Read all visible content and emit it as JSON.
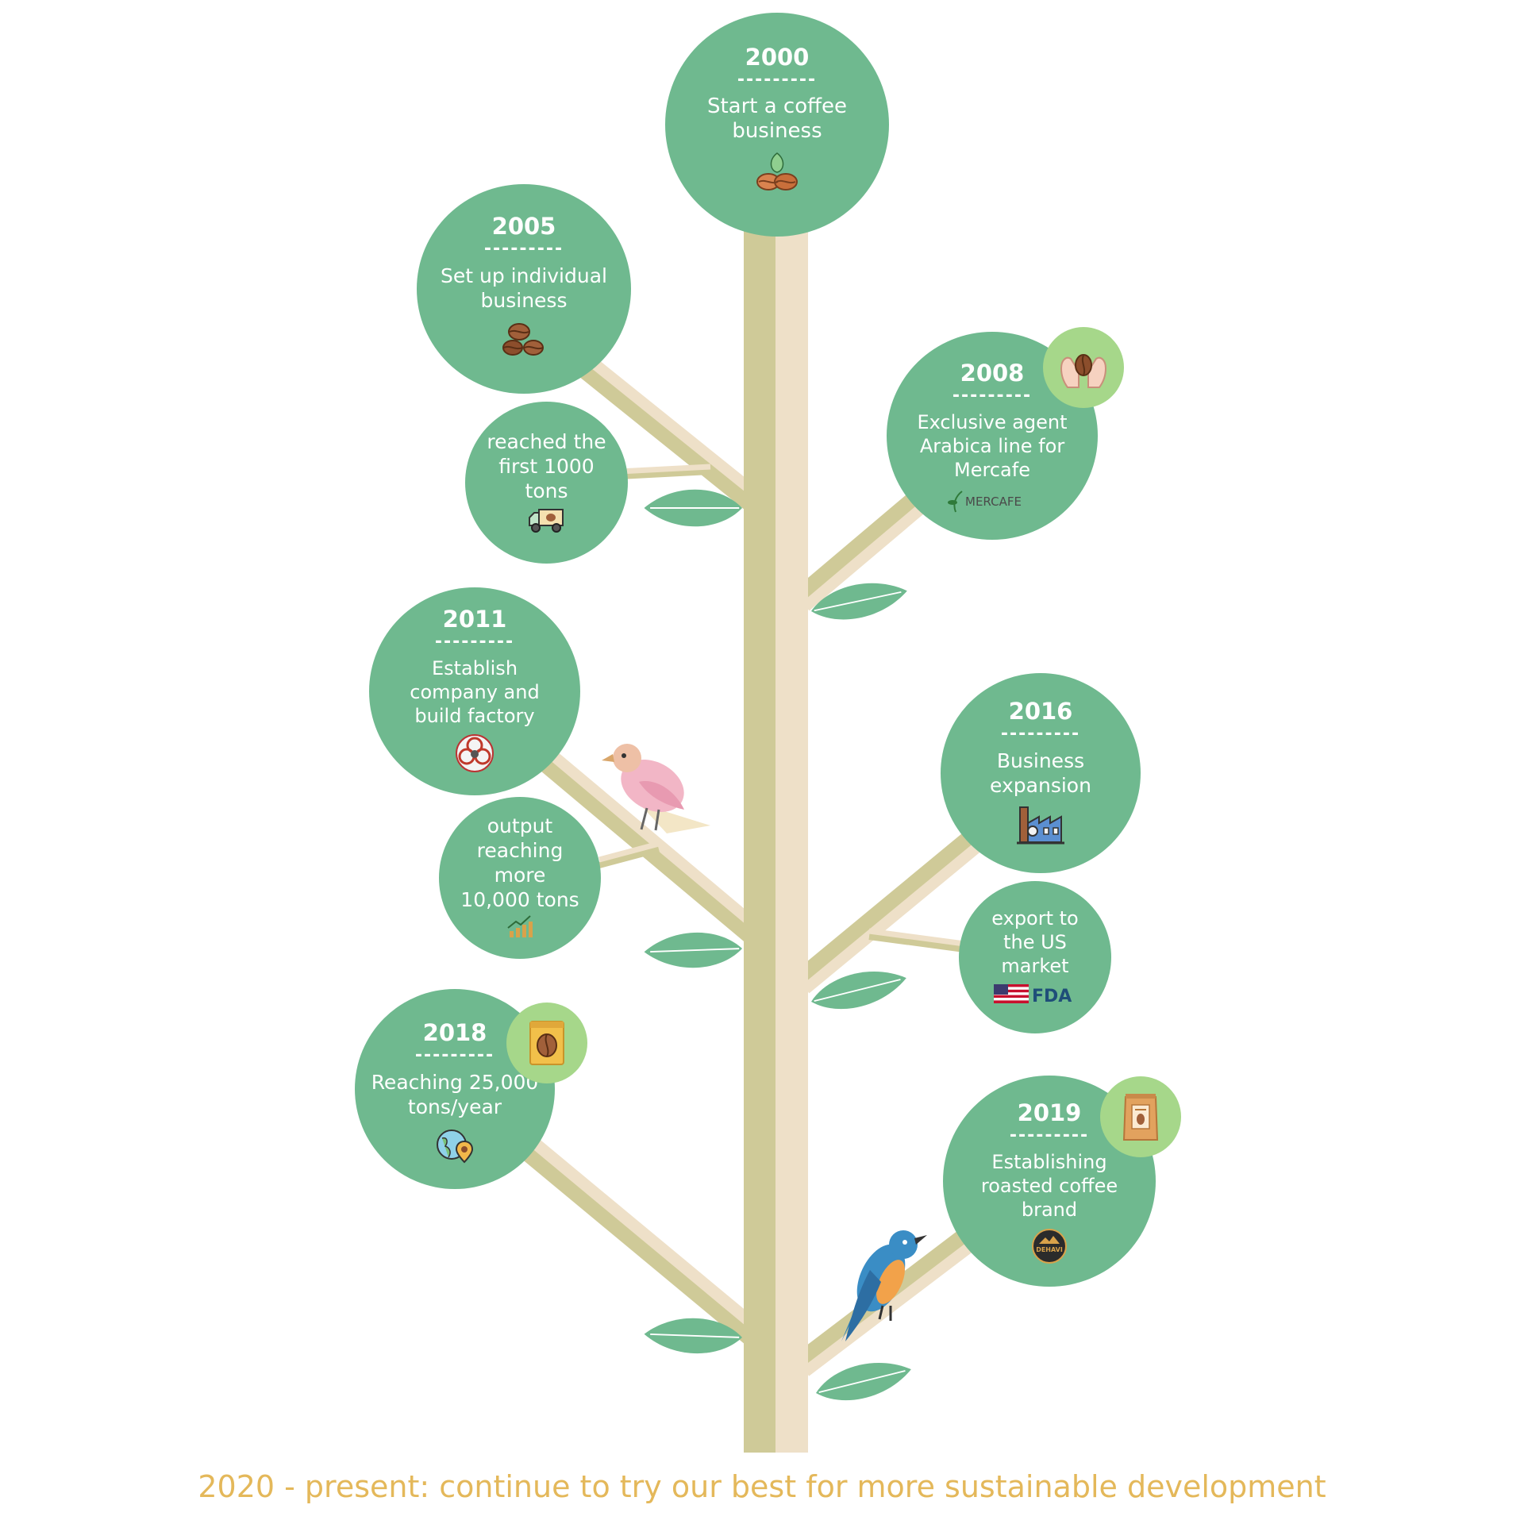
{
  "milestones": [
    {
      "year": "2000",
      "separator": "---------",
      "text": "Start a coffee business",
      "icon": "coffee-beans-leaf-icon"
    },
    {
      "year": "2005",
      "separator": "---------",
      "text": "Set up individual business",
      "icon": "coffee-beans-icon"
    },
    {
      "text": "reached the first 1000 tons",
      "icon": "delivery-truck-icon"
    },
    {
      "year": "2008",
      "separator": "---------",
      "text": "Exclusive agent Arabica line for Mercafe",
      "icon": "mercafe-logo",
      "logo_text": "MERCAFE",
      "badge": "hands-holding-bean-icon"
    },
    {
      "year": "2011",
      "separator": "---------",
      "text": "Establish company and build factory",
      "icon": "company-logo-icon"
    },
    {
      "text": "output reaching more 10,000 tons",
      "icon": "growth-chart-icon"
    },
    {
      "year": "2016",
      "separator": "---------",
      "text": "Business expansion",
      "icon": "factory-icon"
    },
    {
      "text": "export to the US market",
      "icon": "us-flag-fda-icon",
      "logo_text": "FDA"
    },
    {
      "year": "2018",
      "separator": "---------",
      "text": "Reaching 25,000 tons/year",
      "icon": "globe-location-icon",
      "badge": "coffee-bag-icon"
    },
    {
      "year": "2019",
      "separator": "---------",
      "text": "Establishing roasted coffee brand",
      "icon": "dehavi-logo",
      "logo_text": "DEHAVI",
      "badge": "roasted-coffee-bag-icon"
    }
  ],
  "footer": "2020 - present: continue to try our best for more sustainable development",
  "colors": {
    "circle": "#6fb98f",
    "badge": "#a6d78a",
    "trunk_dark": "#cfca98",
    "trunk_light": "#eee0c8",
    "leaf": "#6fb98f",
    "footer": "#e4b85a"
  }
}
